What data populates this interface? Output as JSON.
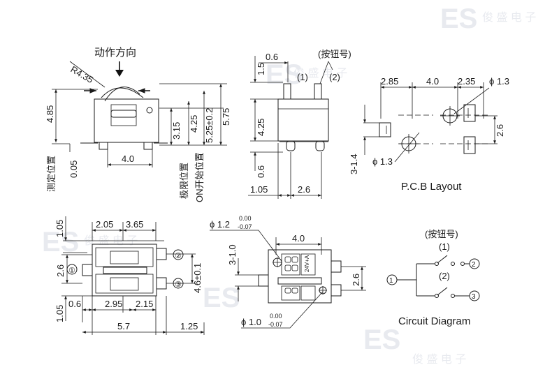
{
  "watermark": {
    "logo": "ES",
    "text": "俊 盛 电 子"
  },
  "side_view": {
    "title": "动作方向",
    "radius": "R4.35",
    "dims": {
      "h_total": "4.85",
      "h_measure": "0.05",
      "w_body": "4.0",
      "h_315": "3.15",
      "h_425": "4.25",
      "h_525": "5.25±0.2",
      "h_575": "5.75"
    },
    "labels": {
      "measure_position": "测定位置",
      "limit_position": "极限位置",
      "on_start_position": "ON开始位置"
    }
  },
  "front_view": {
    "button_number": "(按钮号)",
    "btn1": "(1)",
    "btn2": "(2)",
    "dims": {
      "top_w": "0.6",
      "h_15": "1.5",
      "h_425": "4.25",
      "h_06": "0.6",
      "w_105": "1.05",
      "w_26": "2.6"
    }
  },
  "pcb_layout": {
    "title": "P.C.B Layout",
    "dims": {
      "a": "2.85",
      "b": "4.0",
      "c": "2.35",
      "hole_top": "ϕ 1.3",
      "hole_bottom": "ϕ 1.3",
      "v_26": "2.6",
      "v_314": "3-1.4"
    }
  },
  "top_view": {
    "dims": {
      "l_105_top": "1.05",
      "w_205": "2.05",
      "w_365": "3.65",
      "v_26": "2.6",
      "v_46": "4.6±0.1",
      "l_105_bot": "1.05",
      "w_06": "0.6",
      "w_295": "2.95",
      "w_215": "2.15",
      "w_57": "5.7",
      "w_125": "1.25"
    },
    "terminals": [
      "①",
      "②",
      "③"
    ]
  },
  "bottom_view": {
    "dims": {
      "hole1": "ϕ 1.2",
      "hole1_tol_up": "0.00",
      "hole1_tol_dn": "-0.07",
      "w_40": "4.0",
      "v_310": "3-1.0",
      "v_26": "2.6",
      "hole2": "ϕ 1.0",
      "hole2_tol_up": "0.00",
      "hole2_tol_dn": "-0.07"
    },
    "marking": "24V+A"
  },
  "circuit": {
    "title": "Circuit Diagram",
    "button_number": "(按钮号)",
    "btn1": "(1)",
    "btn2": "(2)",
    "terminals": [
      "1",
      "2",
      "3"
    ]
  }
}
